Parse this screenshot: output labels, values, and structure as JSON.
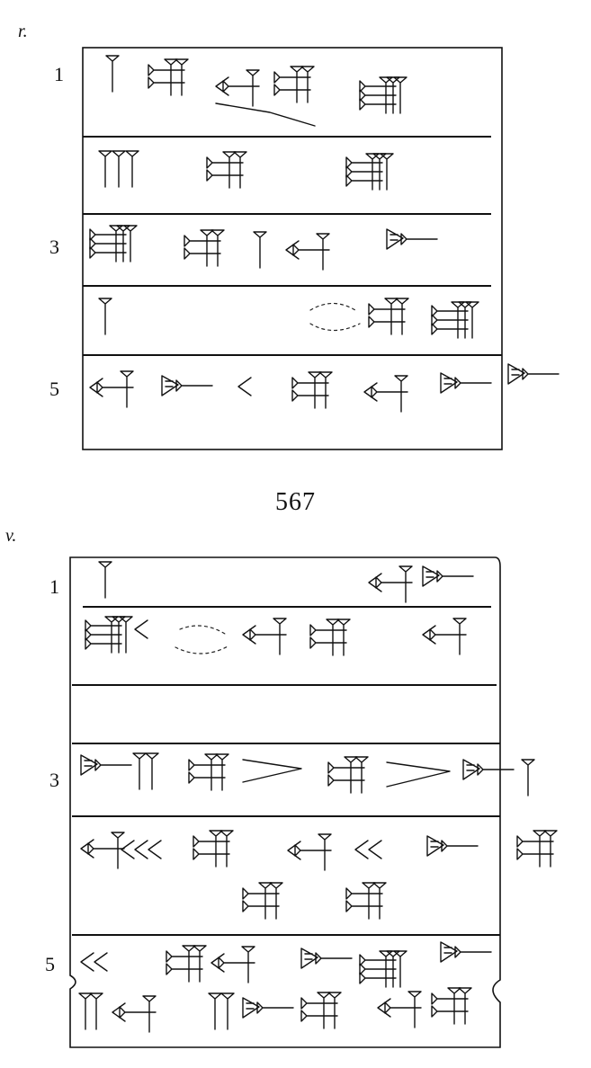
{
  "obverse": {
    "side_label": "r.",
    "line_numbers": [
      "1",
      "3",
      "5"
    ]
  },
  "catalog_number": "567",
  "reverse": {
    "side_label": "v.",
    "line_numbers": [
      "1",
      "3",
      "5"
    ]
  }
}
